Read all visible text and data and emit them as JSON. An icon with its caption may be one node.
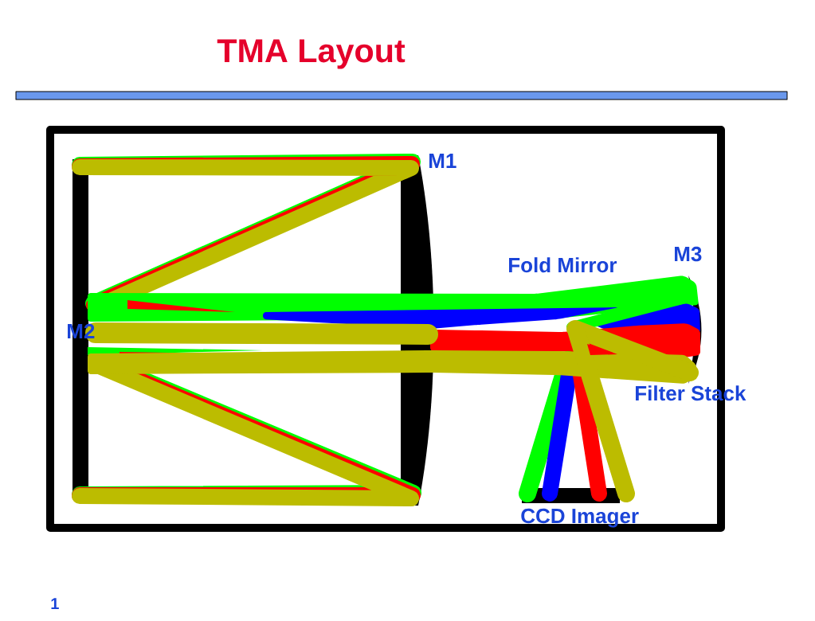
{
  "diagram": {
    "title": "TMA Layout",
    "labels": [
      "M1",
      "M3",
      "Fold Mirror",
      "M2",
      "Filter Stack",
      "CCD Imager",
      "1"
    ]
  }
}
